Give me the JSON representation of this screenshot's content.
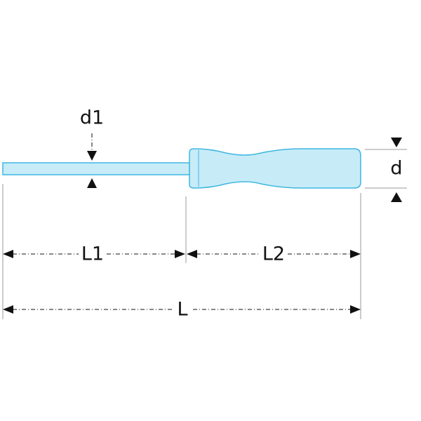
{
  "labels": {
    "shaft_diameter": "d1",
    "handle_diameter": "d",
    "shaft_length": "L1",
    "handle_length": "L2",
    "total_length": "L"
  },
  "colors": {
    "tool_fill": "#c7ecf8",
    "tool_stroke": "#3fb6e0",
    "dimension_line": "#111111",
    "extension_line": "#9a9a9a"
  }
}
